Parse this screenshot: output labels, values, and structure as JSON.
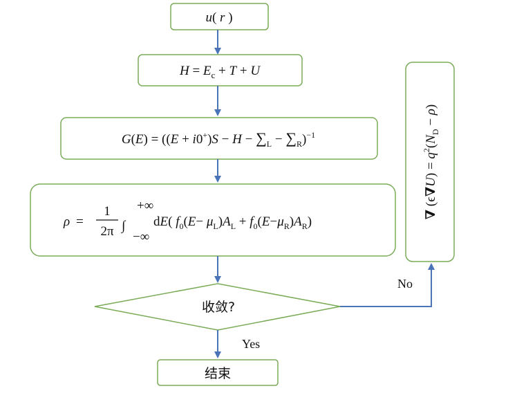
{
  "diagram": {
    "type": "flowchart",
    "colors": {
      "box_stroke": "#7aab57",
      "arrow": "#4a74b8"
    },
    "nodes": {
      "potential": {
        "text": "u(r)"
      },
      "hamiltonian": {
        "text": "H = Ec + T + U"
      },
      "greens_function": {
        "text": "G(E) = ((E + i0⁺)S − H − ΣL − ΣR)⁻¹"
      },
      "density": {
        "text": "ρ = (1/2π) ∫₋∞^+∞ dE( f0(E− μL)AL + f0(E−μR)AR)"
      },
      "converged": {
        "text": "收敛?"
      },
      "end": {
        "text": "结束"
      },
      "poisson": {
        "text": "∇ (ϵ∇U) = q²(ND − ρ)"
      }
    },
    "edges": {
      "yes_label": "Yes",
      "no_label": "No"
    }
  }
}
